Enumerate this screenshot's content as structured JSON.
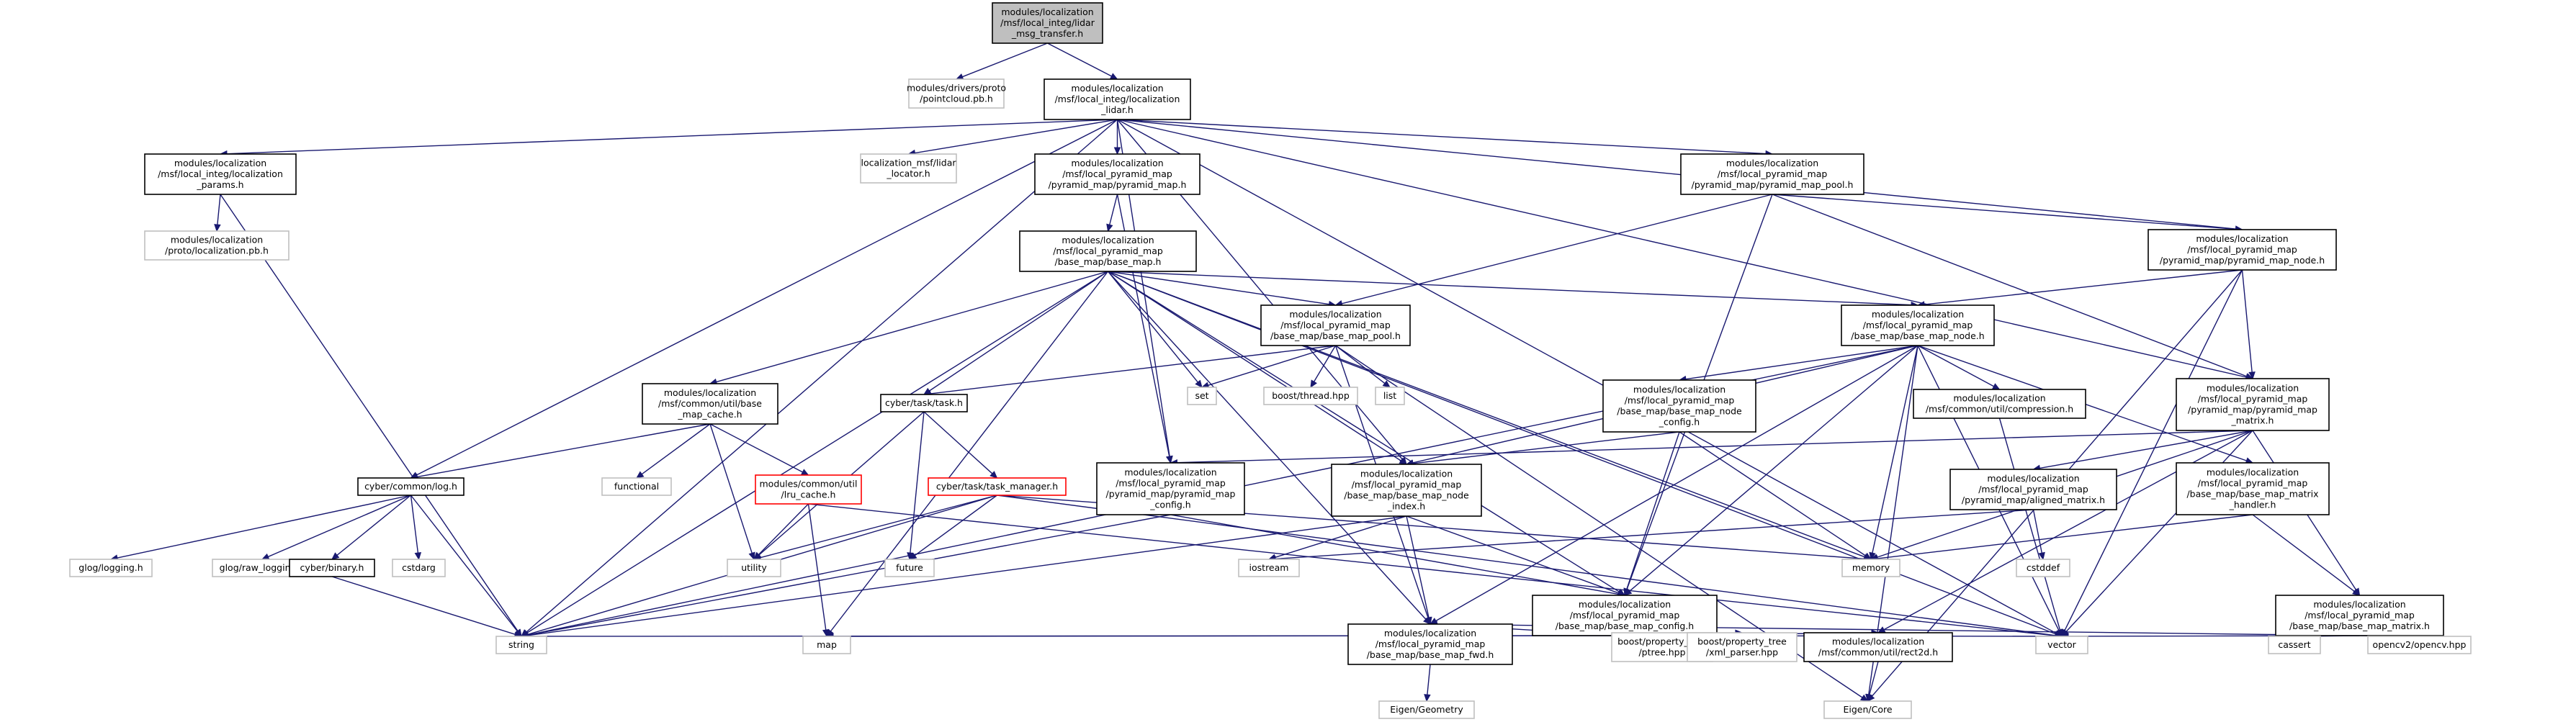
{
  "colors": {
    "root_fill": "#bfbfbf",
    "box_border": "#000000",
    "external_border": "#bfbfbf",
    "truncated_border": "#ff0000",
    "edge": "#191970",
    "text": "#000000",
    "background": "#ffffff"
  },
  "nodes": {
    "root": [
      "modules/localization",
      "/msf/local_integ/lidar",
      "_msg_transfer.h"
    ],
    "pointcloud": [
      "modules/drivers/proto",
      "/pointcloud.pb.h"
    ],
    "localization_lidar": [
      "modules/localization",
      "/msf/local_integ/localization",
      "_lidar.h"
    ],
    "localization_params": [
      "modules/localization",
      "/msf/local_integ/localization",
      "_params.h"
    ],
    "localization_pb": [
      "modules/localization",
      "/proto/localization.pb.h"
    ],
    "lidar_locator": [
      "localization_msf/lidar",
      "_locator.h"
    ],
    "pyramid_map": [
      "modules/localization",
      "/msf/local_pyramid_map",
      "/pyramid_map/pyramid_map.h"
    ],
    "pyramid_map_pool": [
      "modules/localization",
      "/msf/local_pyramid_map",
      "/pyramid_map/pyramid_map_pool.h"
    ],
    "pyramid_map_node": [
      "modules/localization",
      "/msf/local_pyramid_map",
      "/pyramid_map/pyramid_map_node.h"
    ],
    "base_map": [
      "modules/localization",
      "/msf/local_pyramid_map",
      "/base_map/base_map.h"
    ],
    "base_map_pool": [
      "modules/localization",
      "/msf/local_pyramid_map",
      "/base_map/base_map_pool.h"
    ],
    "base_map_node": [
      "modules/localization",
      "/msf/local_pyramid_map",
      "/base_map/base_map_node.h"
    ],
    "base_map_cache": [
      "modules/localization",
      "/msf/common/util/base",
      "_map_cache.h"
    ],
    "task": [
      "cyber/task/task.h"
    ],
    "set": [
      "set"
    ],
    "boost_thread": [
      "boost/thread.hpp"
    ],
    "list": [
      "list"
    ],
    "base_map_node_config": [
      "modules/localization",
      "/msf/local_pyramid_map",
      "/base_map/base_map_node",
      "_config.h"
    ],
    "compression": [
      "modules/localization",
      "/msf/common/util/compression.h"
    ],
    "pyramid_map_matrix": [
      "modules/localization",
      "/msf/local_pyramid_map",
      "/pyramid_map/pyramid_map",
      "_matrix.h"
    ],
    "log": [
      "cyber/common/log.h"
    ],
    "functional": [
      "functional"
    ],
    "lru_cache": [
      "modules/common/util",
      "/lru_cache.h"
    ],
    "task_manager": [
      "cyber/task/task_manager.h"
    ],
    "pyramid_map_config": [
      "modules/localization",
      "/msf/local_pyramid_map",
      "/pyramid_map/pyramid_map",
      "_config.h"
    ],
    "base_map_node_index": [
      "modules/localization",
      "/msf/local_pyramid_map",
      "/base_map/base_map_node",
      "_index.h"
    ],
    "aligned_matrix": [
      "modules/localization",
      "/msf/local_pyramid_map",
      "/pyramid_map/aligned_matrix.h"
    ],
    "base_map_matrix_handler": [
      "modules/localization",
      "/msf/local_pyramid_map",
      "/base_map/base_map_matrix",
      "_handler.h"
    ],
    "glog_logging": [
      "glog/logging.h"
    ],
    "glog_raw_logging": [
      "glog/raw_logging.h"
    ],
    "cyber_binary": [
      "cyber/binary.h"
    ],
    "cstdarg": [
      "cstdarg"
    ],
    "utility": [
      "utility"
    ],
    "future": [
      "future"
    ],
    "iostream": [
      "iostream"
    ],
    "memory": [
      "memory"
    ],
    "cstddef": [
      "cstddef"
    ],
    "base_map_config": [
      "modules/localization",
      "/msf/local_pyramid_map",
      "/base_map/base_map_config.h"
    ],
    "base_map_matrix": [
      "modules/localization",
      "/msf/local_pyramid_map",
      "/base_map/base_map_matrix.h"
    ],
    "string": [
      "string"
    ],
    "map": [
      "map"
    ],
    "base_map_fwd": [
      "modules/localization",
      "/msf/local_pyramid_map",
      "/base_map/base_map_fwd.h"
    ],
    "boost_ptree": [
      "boost/property_tree",
      "/ptree.hpp"
    ],
    "boost_xml_parser": [
      "boost/property_tree",
      "/xml_parser.hpp"
    ],
    "rect2d": [
      "modules/localization",
      "/msf/common/util/rect2d.h"
    ],
    "vector": [
      "vector"
    ],
    "cassert": [
      "cassert"
    ],
    "opencv": [
      "opencv2/opencv.hpp"
    ],
    "eigen_geometry": [
      "Eigen/Geometry"
    ],
    "eigen_core": [
      "Eigen/Core"
    ]
  }
}
